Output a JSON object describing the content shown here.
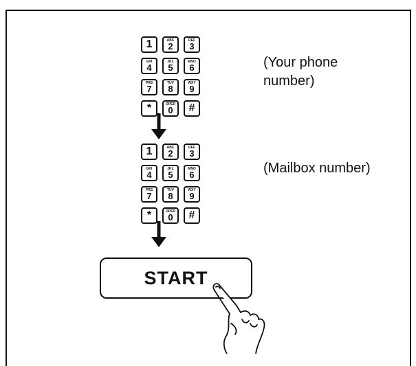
{
  "captions": {
    "phone_line1": "(Your phone",
    "phone_line2": "number)",
    "mailbox": "(Mailbox number)"
  },
  "start_button": {
    "label": "START"
  },
  "keypad_keys": [
    {
      "main": "1",
      "sub": ""
    },
    {
      "main": "2",
      "sub": "ABC"
    },
    {
      "main": "3",
      "sub": "DEF"
    },
    {
      "main": "4",
      "sub": "GHI"
    },
    {
      "main": "5",
      "sub": "JKL"
    },
    {
      "main": "6",
      "sub": "MNO"
    },
    {
      "main": "7",
      "sub": "PRS"
    },
    {
      "main": "8",
      "sub": "TUV"
    },
    {
      "main": "9",
      "sub": "WXY"
    },
    {
      "main": "*",
      "sub": ""
    },
    {
      "main": "0",
      "sub": "OPER"
    },
    {
      "main": "#",
      "sub": ""
    }
  ]
}
